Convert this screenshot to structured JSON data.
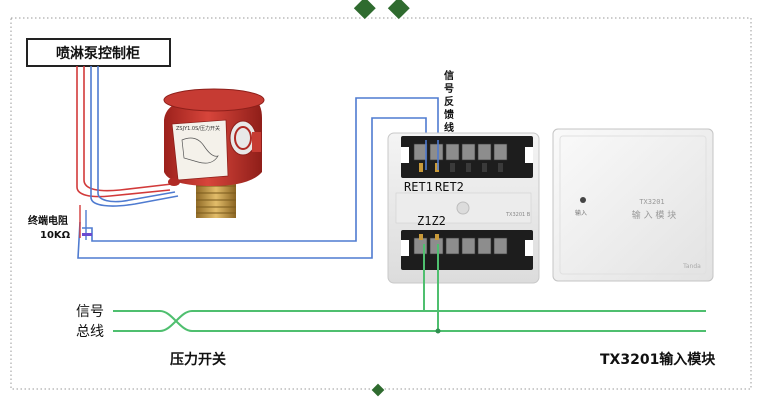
{
  "labels": {
    "control_cabinet": "喷淋泵控制柜",
    "feedback_label": [
      "信",
      "号",
      "反",
      "馈",
      "线"
    ],
    "terminal_resistor_line1": "终端电阻",
    "terminal_resistor_line2": "10KΩ",
    "ret1": "RET1",
    "ret2": "RET2",
    "z1z2": "Z1Z2",
    "bus_signal": "信号",
    "bus_total": "总线",
    "pressure_switch": "压力开关",
    "module_caption": "TX3201输入模块"
  },
  "device_text": {
    "module_model": "TX3201",
    "module_name": "输 入 模 块",
    "module_input": "输入",
    "module_brand": "Tanda",
    "switch_plate": "ZSJY1.0S/压力开关",
    "base_tag": "TX3201 B"
  },
  "colors": {
    "frame": "#9a9a9a",
    "diamond": "#2f6b2f",
    "wire_red": "#d23a3a",
    "wire_blue": "#4f7bd0",
    "bus_green": "#4fbf6f",
    "switch_red": "#c8332c",
    "brass": "#c9a04a",
    "terminal_black": "#1d1d1d"
  }
}
